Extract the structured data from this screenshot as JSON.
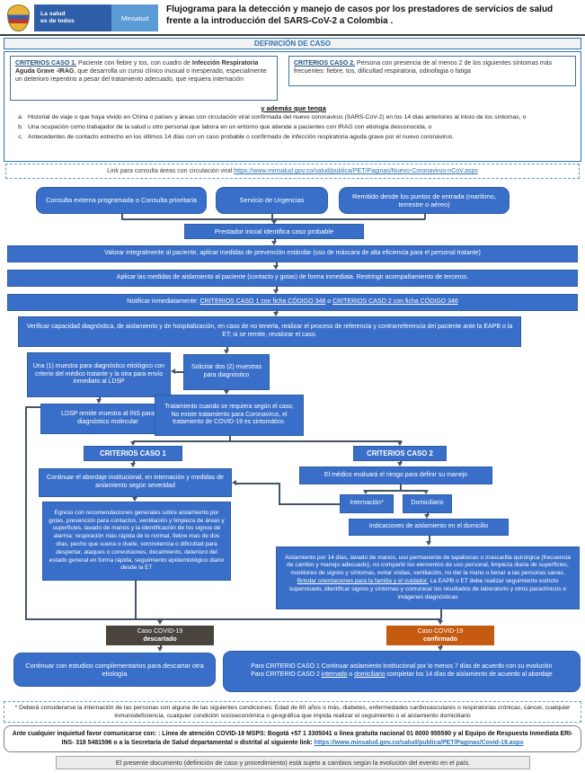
{
  "header": {
    "brand_line1": "La salud",
    "brand_line2": "es de todos",
    "brand_ministry": "Minsalud",
    "title": "Flujograma para la detección y manejo de casos por los prestadores de servicios de salud frente a la introducción del SARS-CoV-2 a Colombia ."
  },
  "definition": {
    "section_title": "DEFINICIÓN DE CASO",
    "case1_label": "CRITERIOS CASO 1.",
    "case1_pre": " Paciente con fiebre y tos, con cuadro de ",
    "case1_bold": "Infección Respiratoria Aguda Grave -IRAG",
    "case1_post": ", que desarrolla un curso clínico inusual o inesperado, especialmente un deterioro repentino a pesar del tratamiento adecuado, que requiera internación",
    "case2_label": "CRITERIOS CASO 2.",
    "case2_text": " Persona con presencia de al menos 2 de los siguientes síntomas más frecuentes: fiebre, tos, dificultad respiratoria, odinofagia o fatiga",
    "and_also": "y además que tenga",
    "items": [
      {
        "letter": "a.",
        "text": "Historial de viaje o que haya vivido en China o países y áreas con circulación viral confirmada del nuevo coronavirus  (SARS-CoV-2) en los 14 dias anteriores al inicio de los síntomas, o"
      },
      {
        "letter": "b.",
        "text": "Una ocupación como trabajador de la salud u otro personal que labora en un entorno que atiende a pacientes con IRAG con etiologia desconocida, o"
      },
      {
        "letter": "c.",
        "text": "Antecedentes de contacto estrecho en los últimos 14 días con un caso probable o confirmado de infección respiratoria aguda grave por el nuevo coronavirus."
      }
    ],
    "link_label": "Link para consulta áreas con circulación viral: ",
    "link_url": "https://www.minsalud.gov.co/salud/publica/PET/Paginas/Nuevo-Coronavirus-nCoV.aspx"
  },
  "flow": {
    "entry1": "Consulta externa programada o Consulta prioritaria",
    "entry2": "Servicio de Urgencias",
    "entry3": "Remitido desde los puntos de entrada (marítimo, terrestre o aéreo)",
    "identify": "Prestador inicial identifica caso probable",
    "assess": "Valorar integralmente al paciente, aplicar medidas de prevención estándar (uso de máscara de alta eficiencia para el personal tratante)",
    "isolate": "Aplicar las medidas de aislamiento al paciente (contacto y gotas) de forma inmediata. Restringir acompañamiento de terceros.",
    "notify_pre": "Notificar inmediatamente: ",
    "notify_link1": "CRITERIOS CASO 1 con ficha CÓDIGO 348",
    "notify_mid": " o ",
    "notify_link2": "CRITERIOS CASO 2 con ficha CÓDIGO 346",
    "verify": "Verificar capacidad diagnóstica, de aislamiento y de hospitalización, en caso de no tenerla, realizar el proceso de referencia y contrarreferencia del paciente ante la EAPB o la ET; si se remite, revalorar el caso.",
    "sample_one": "Una (1) muestra para diagnóstico etiológico con criterio del médico tratante y la otra para envío inmediato al LDSP",
    "request_samples": "Solicitar dos (2) muestras para diagnóstico",
    "ldsp": "LDSP remite muestra al INS para diagnóstico molecular",
    "treatment": "Tratamiento cuando se requiera según el caso, No existe tratamiento para Coronavirus, el tratamiento de COVID-19 es sintomático.",
    "case1_header": "CRITERIOS CASO 1",
    "case2_header": "CRITERIOS CASO 2",
    "case1_action": "Continuar el abordaje institucional, en internación y medidas de aislamiento según severidad",
    "case2_action": "El médico evaluará el riesgo para definir su manejo",
    "internacion": "Internación*",
    "domiciliario": "Domiciliario",
    "home_isolation": "Indicaciones de aislamiento en el domicilio",
    "egreso": "Egreso con recomendaciones generales sobre aislamiento por gotas, prevención para contactos, ventilación y limpieza de áreas y superficies, lavado de manos y la identificación de los signos de alarma: respiración más rápida de lo normal, fiebre mas de dos días, pecho que suena o duele, somnolencia o dificultad para despertar, ataques o convulsiones, decaimiento, deterioro del estado general en forma rápida, seguimiento epidemiológico diario desde la ET",
    "aisl_pre": "Aislamiento por 14 días, lavado de manos, uso permanente de tapabocas o mascarilla quirúrgica (frecuencia de cambio y manejo adecuado), no compartir los elementos de uso personal, limpieza diaria de superficies, monitoreo de signos y síntomas, evitar visitas, ventilación, no dar la mano o besar a las personas sanas. ",
    "aisl_underline": "Brindar orientaciones para la familia y el cuidador.",
    "aisl_post": " La EAPB o ET debe realizar seguimiento estricto supervisado, identificar signos y síntomas y comunicar los resultados de laboratorio y otros paraclínicos e imágenes diagnósticas",
    "discarded_line1": "Caso COVID-19",
    "discarded_line2": "descartado",
    "confirmed_line1": "Caso COVID-19",
    "confirmed_line2": "confirmado",
    "discarded_action": "Continuar con estudios complementarios para descartar otra etiología",
    "confirmed_line_a": "Para CRITERIO CASO 1 Continuar aislamiento institucional por lo menos 7 días de acuerdo con su evolución",
    "confirmed_b_pre": "Para CRITERIO CASO 2 ",
    "confirmed_b_u1": "internado",
    "confirmed_b_mid": " o ",
    "confirmed_b_u2": "domiciliario",
    "confirmed_b_post": " completar los 14 días de aislamiento de acuerdo al abordaje"
  },
  "footer": {
    "note": "* Deberá considerarse la internación de las personas con alguna de las siguientes condiciones: Edad de 60 años o más, diabetes, enfermedades cardiovasculares o respiratorias crónicas, cáncer, cualquier inmunodeficiencia, cualquier condición socioeconómica o geográfica que impida  realizar el seguimiento o el aislamiento domiciliario",
    "contact_pre": "Ante cualquier inquietud favor comunicarse con: : Línea de atención COVID-19 MSPS: Bogotá +57 1 3305041 o línea gratuita nacional 01 8000 955590 y al Equipo de Respuesta Inmediata ERI- INS- 318 5481596 o a la Secretaría de Salud departamental o distrital al siguiente link:  ",
    "contact_link": "https://www.minsalud.gov.co/salud/publica/PET/Paginas/Covid-19.aspx",
    "disclaimer": "El presente documento (definición de caso y procedimiento) está sujeto a cambios según la evolución del evento en el país."
  },
  "colors": {
    "flow_box_blue": "#3A6FC9",
    "confirmed_orange": "#C55A11",
    "discarded_gray": "#4A443F",
    "accent_blue": "#2E74B5",
    "link_blue": "#2E74B5",
    "connector": "#44546A"
  }
}
